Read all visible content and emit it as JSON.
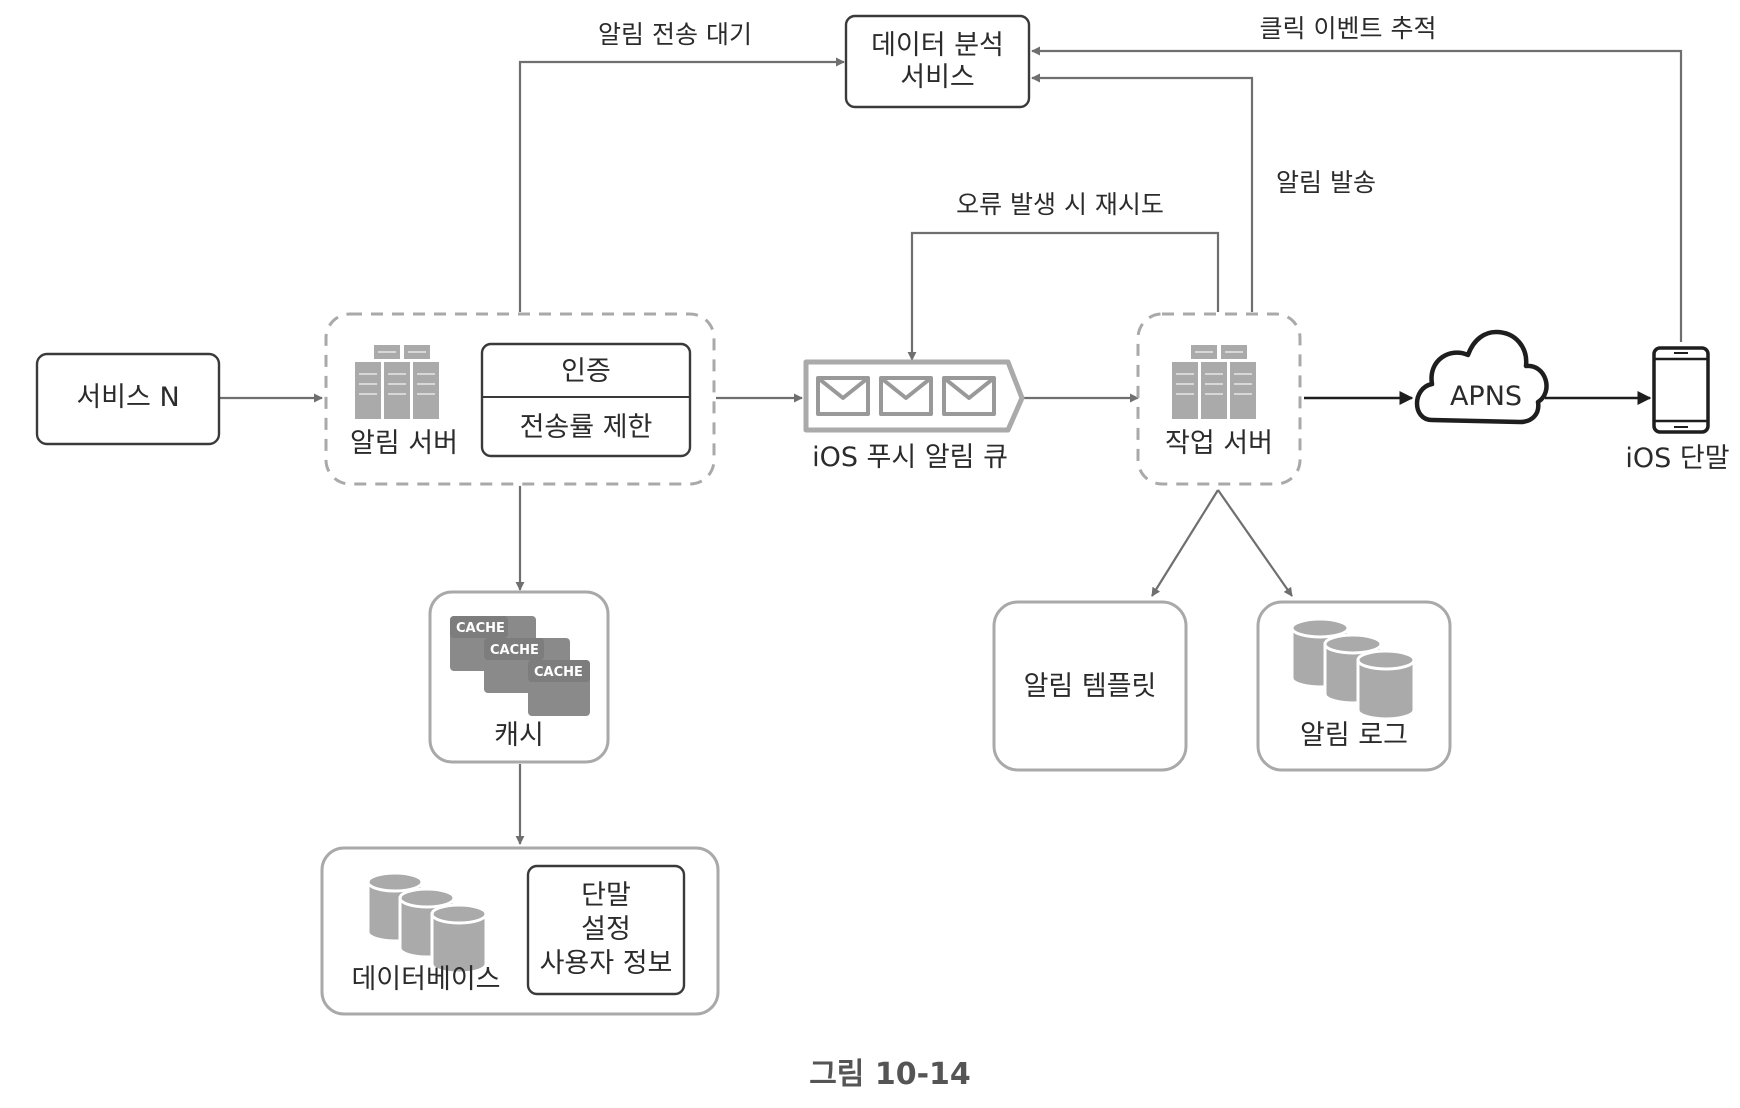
{
  "figure": {
    "caption": "그림 10-14"
  },
  "nodes": {
    "service_n": {
      "label": "서비스 N"
    },
    "notification_server": {
      "label": "알림 서버",
      "auth": "인증",
      "rate_limit": "전송률 제한"
    },
    "cache": {
      "label": "캐시",
      "chip_text": "CACHE"
    },
    "database": {
      "label": "데이터베이스",
      "tables": [
        "단말",
        "설정",
        "사용자 정보"
      ]
    },
    "analytics": {
      "line1": "데이터 분석",
      "line2": "서비스"
    },
    "ios_queue": {
      "label": "iOS 푸시 알림 큐"
    },
    "worker_server": {
      "label": "작업 서버"
    },
    "apns": {
      "label": "APNS"
    },
    "ios_device": {
      "label": "iOS 단말"
    },
    "notification_template": {
      "label": "알림 템플릿"
    },
    "notification_log": {
      "label": "알림 로그"
    }
  },
  "edges": {
    "pending_notification": "알림 전송 대기",
    "click_tracking": "클릭 이벤트 추적",
    "notification_sent": "알림 발송",
    "retry_on_error": "오류 발생 시 재시도"
  },
  "colors": {
    "line": "#6f6f6f",
    "box_stroke": "#3a3a3a",
    "soft_stroke": "#a9a9a9",
    "icon_fill": "#aaaaaa",
    "icon_dark": "#7d7d7d",
    "text": "#2b2b2b"
  }
}
